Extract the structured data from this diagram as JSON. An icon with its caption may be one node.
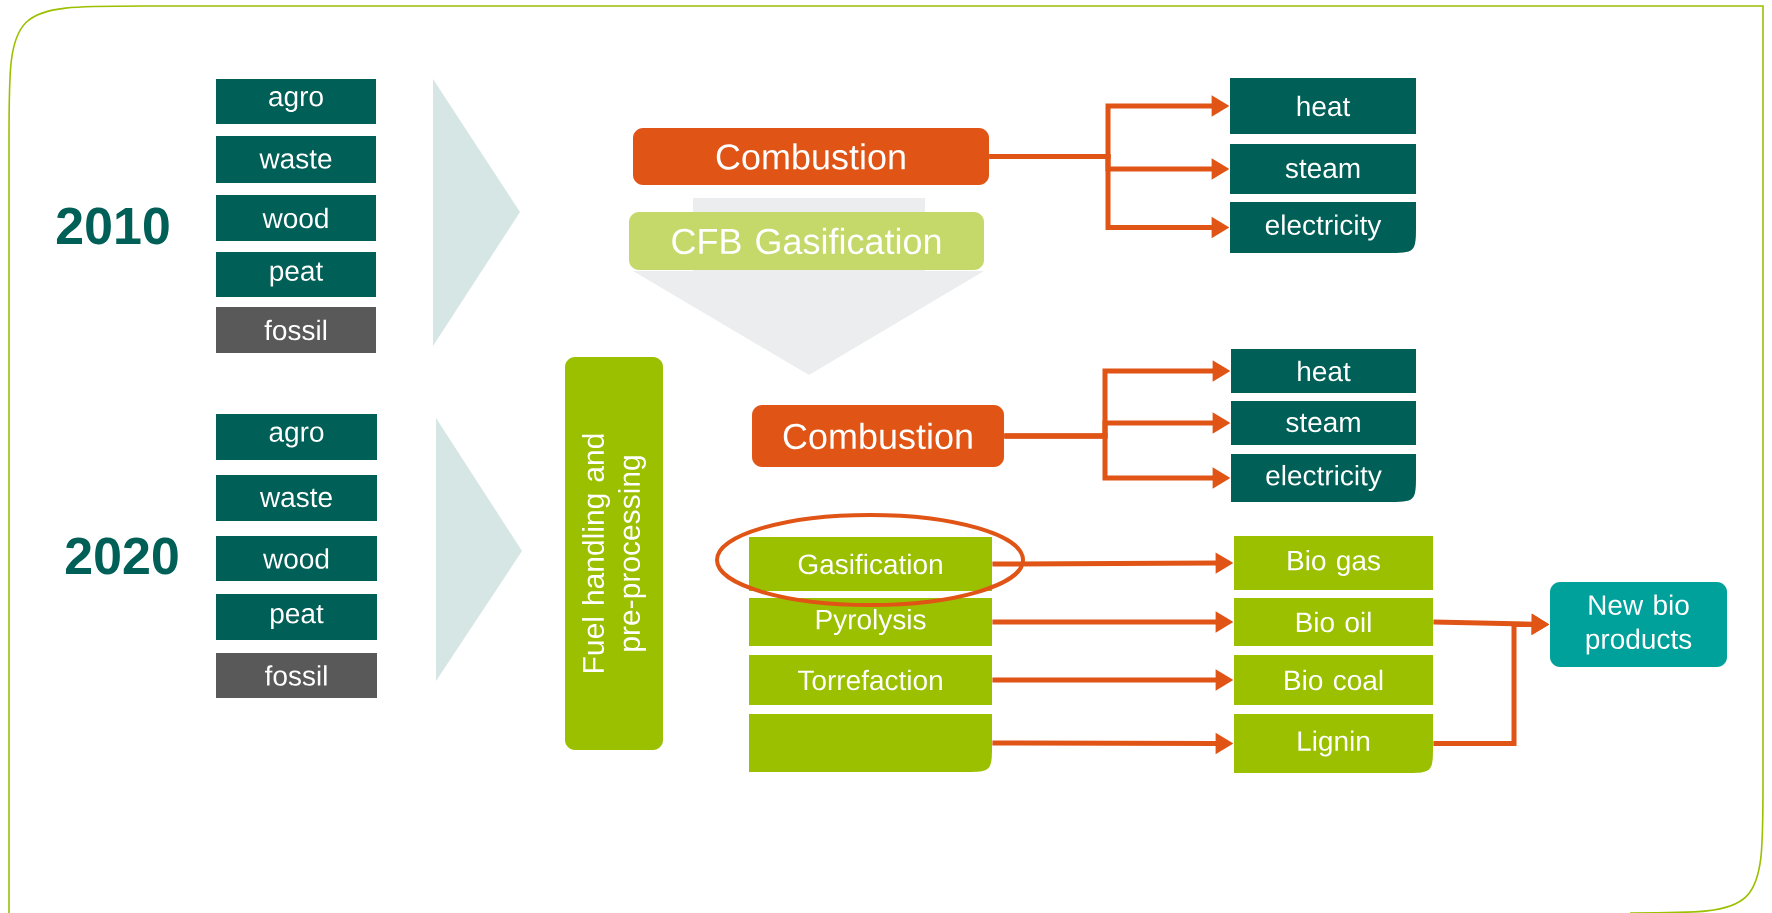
{
  "diagram": {
    "nodes": [
      {
        "text": [
          "agro"
        ]
      },
      {
        "text": [
          "waste"
        ]
      },
      {
        "text": [
          "wood"
        ]
      },
      {
        "text": [
          "peat"
        ]
      },
      {
        "text": [
          "fossil"
        ]
      },
      {
        "text": [
          "Combustion"
        ]
      },
      {
        "text": [
          "CFB Gasification"
        ]
      },
      {
        "text": [
          "heat"
        ]
      },
      {
        "text": [
          "steam"
        ]
      },
      {
        "text": [
          "electricity"
        ]
      },
      {
        "text": [
          "agro"
        ]
      },
      {
        "text": [
          "waste"
        ]
      },
      {
        "text": [
          "wood"
        ]
      },
      {
        "text": [
          "peat"
        ]
      },
      {
        "text": [
          "fossil"
        ]
      },
      {
        "text": [
          "Fuel handling and pre-processing"
        ]
      },
      {
        "text": [
          "Combustion"
        ]
      },
      {
        "text": [
          "heat"
        ]
      },
      {
        "text": [
          "steam"
        ]
      },
      {
        "text": [
          "electricity"
        ]
      },
      {
        "text": [
          "Gasification"
        ]
      },
      {
        "text": [
          "Pyrolysis"
        ]
      },
      {
        "text": [
          "Torrefaction"
        ]
      },
      {
        "text": [],
        "shape": "box"
      },
      {
        "text": [
          "Bio gas"
        ]
      },
      {
        "text": [
          "Bio oil"
        ]
      },
      {
        "text": [
          "Bio coal"
        ]
      },
      {
        "text": [
          "Lignin"
        ]
      },
      {
        "text": [
          "New bio products"
        ]
      }
    ],
    "edges": [
      {
        "from": 5,
        "to": 7,
        "arrow": "to"
      },
      {
        "from": 5,
        "to": 8,
        "arrow": "to"
      },
      {
        "from": 5,
        "to": 9,
        "arrow": "to"
      },
      {
        "from": 16,
        "to": 17,
        "arrow": "to"
      },
      {
        "from": 16,
        "to": 18,
        "arrow": "to"
      },
      {
        "from": 16,
        "to": 19,
        "arrow": "to"
      },
      {
        "from": 20,
        "to": 24,
        "arrow": "to"
      },
      {
        "from": 21,
        "to": 25,
        "arrow": "to"
      },
      {
        "from": 22,
        "to": 26,
        "arrow": "to"
      },
      {
        "from": 23,
        "to": 27,
        "arrow": "to"
      },
      {
        "from": 25,
        "to": 28,
        "arrow": "to"
      },
      {
        "from": 27,
        "to": 28,
        "arrow": "to"
      }
    ],
    "labels": [
      "2010",
      "2020"
    ]
  }
}
